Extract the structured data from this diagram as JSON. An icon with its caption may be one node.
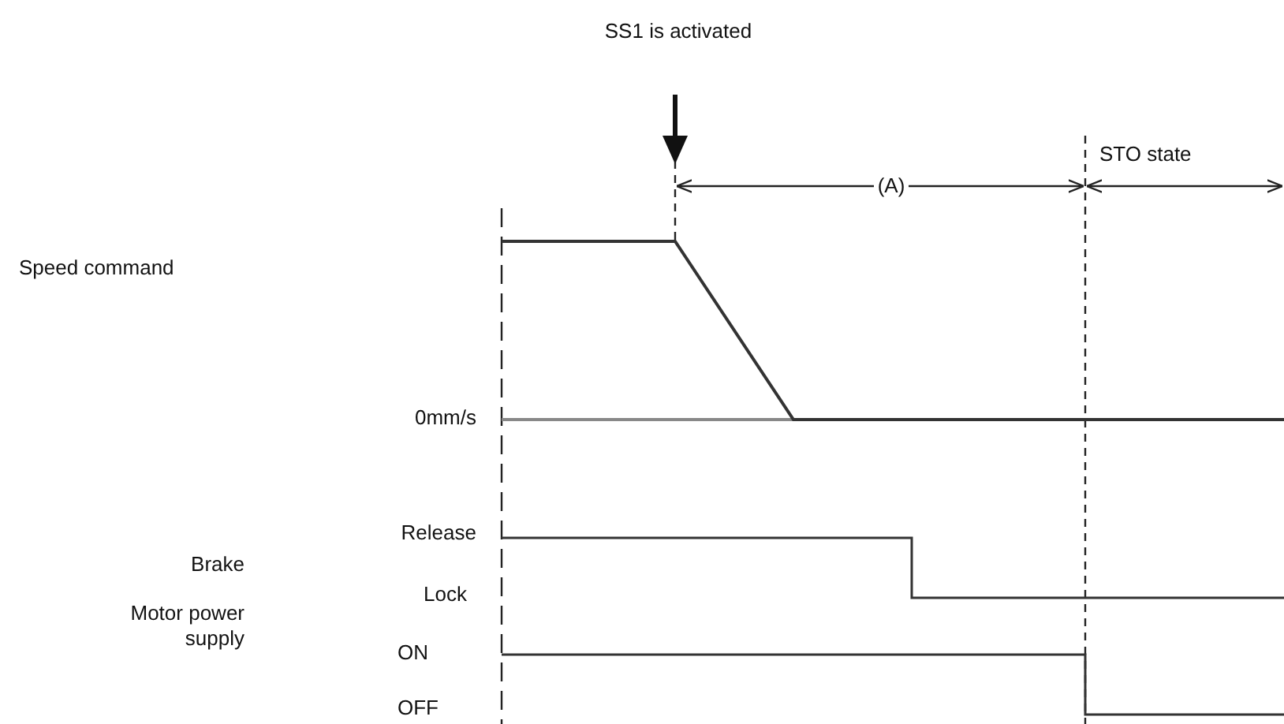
{
  "diagram": {
    "labels": [
      "SS1 is activated",
      "STO state",
      "(A)",
      "Speed command",
      "0mm/s",
      "Release",
      "Brake",
      "Lock",
      "Motor power supply",
      "ON",
      "OFF"
    ]
  }
}
